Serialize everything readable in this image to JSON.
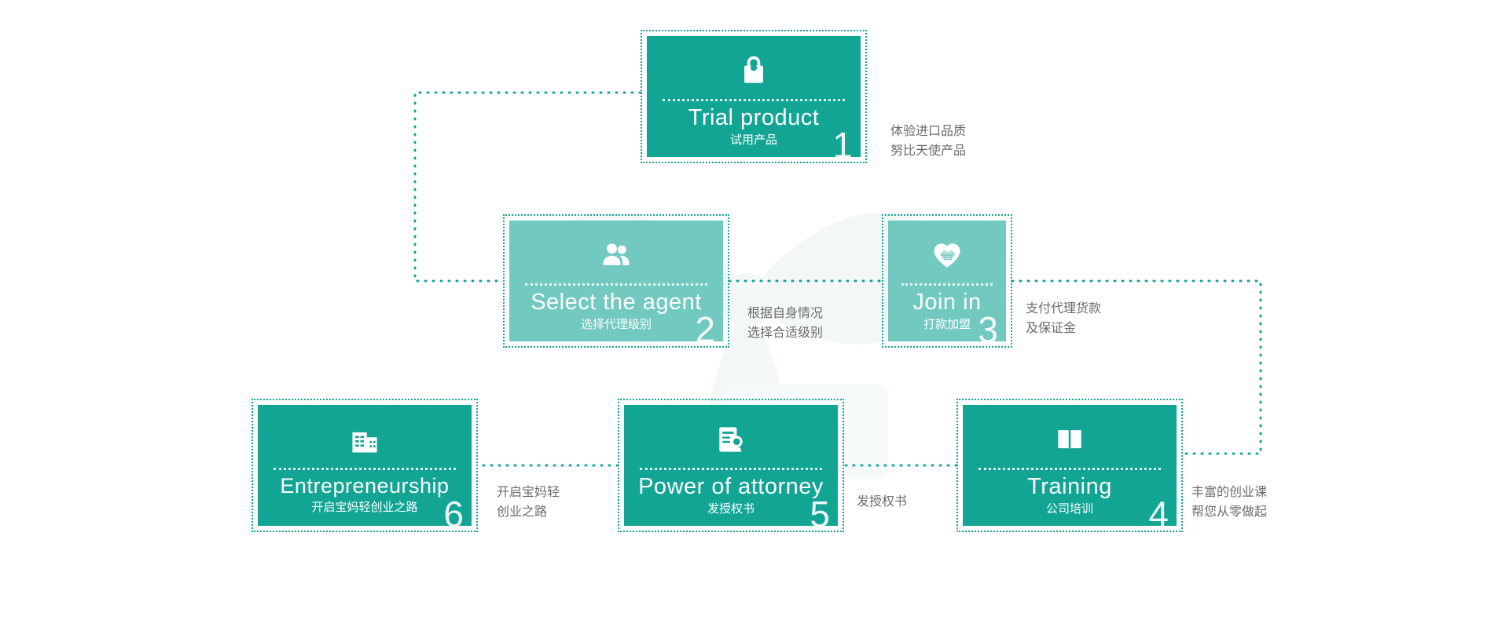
{
  "theme": {
    "dark_teal": "#12a594",
    "light_teal": "#72c9c0",
    "dot_line": "#17a398",
    "note_text": "#6b6b6b",
    "background": "#ffffff"
  },
  "diagram": {
    "type": "process-flow",
    "orientation": "serpentine",
    "step_count": 6,
    "steps": [
      {
        "number": "1",
        "title": "Trial product",
        "subtitle": "试用产品",
        "icon": "shopping-bag-icon",
        "tone": "dark",
        "note": "体验进口品质\n努比天使产品"
      },
      {
        "number": "2",
        "title": "Select the agent",
        "subtitle": "选择代理级别",
        "icon": "two-people-icon",
        "tone": "light",
        "note": "根据自身情况\n选择合适级别"
      },
      {
        "number": "3",
        "title": "Join in",
        "subtitle": "打款加盟",
        "icon": "handshake-heart-icon",
        "tone": "light",
        "note": "支付代理货款\n及保证金"
      },
      {
        "number": "4",
        "title": "Training",
        "subtitle": "公司培训",
        "icon": "open-book-icon",
        "tone": "dark",
        "note": "丰富的创业课\n帮您从零做起"
      },
      {
        "number": "5",
        "title": "Power of attorney",
        "subtitle": "发授权书",
        "icon": "certificate-icon",
        "tone": "dark",
        "note": "发授权书"
      },
      {
        "number": "6",
        "title": "Entrepreneurship",
        "subtitle": "开启宝妈轻创业之路",
        "icon": "office-building-icon",
        "tone": "dark",
        "note": "开启宝妈轻\n创业之路"
      }
    ]
  },
  "watermark": {
    "icon": "gift-ribbon-watermark",
    "color": "#eef6f4"
  }
}
